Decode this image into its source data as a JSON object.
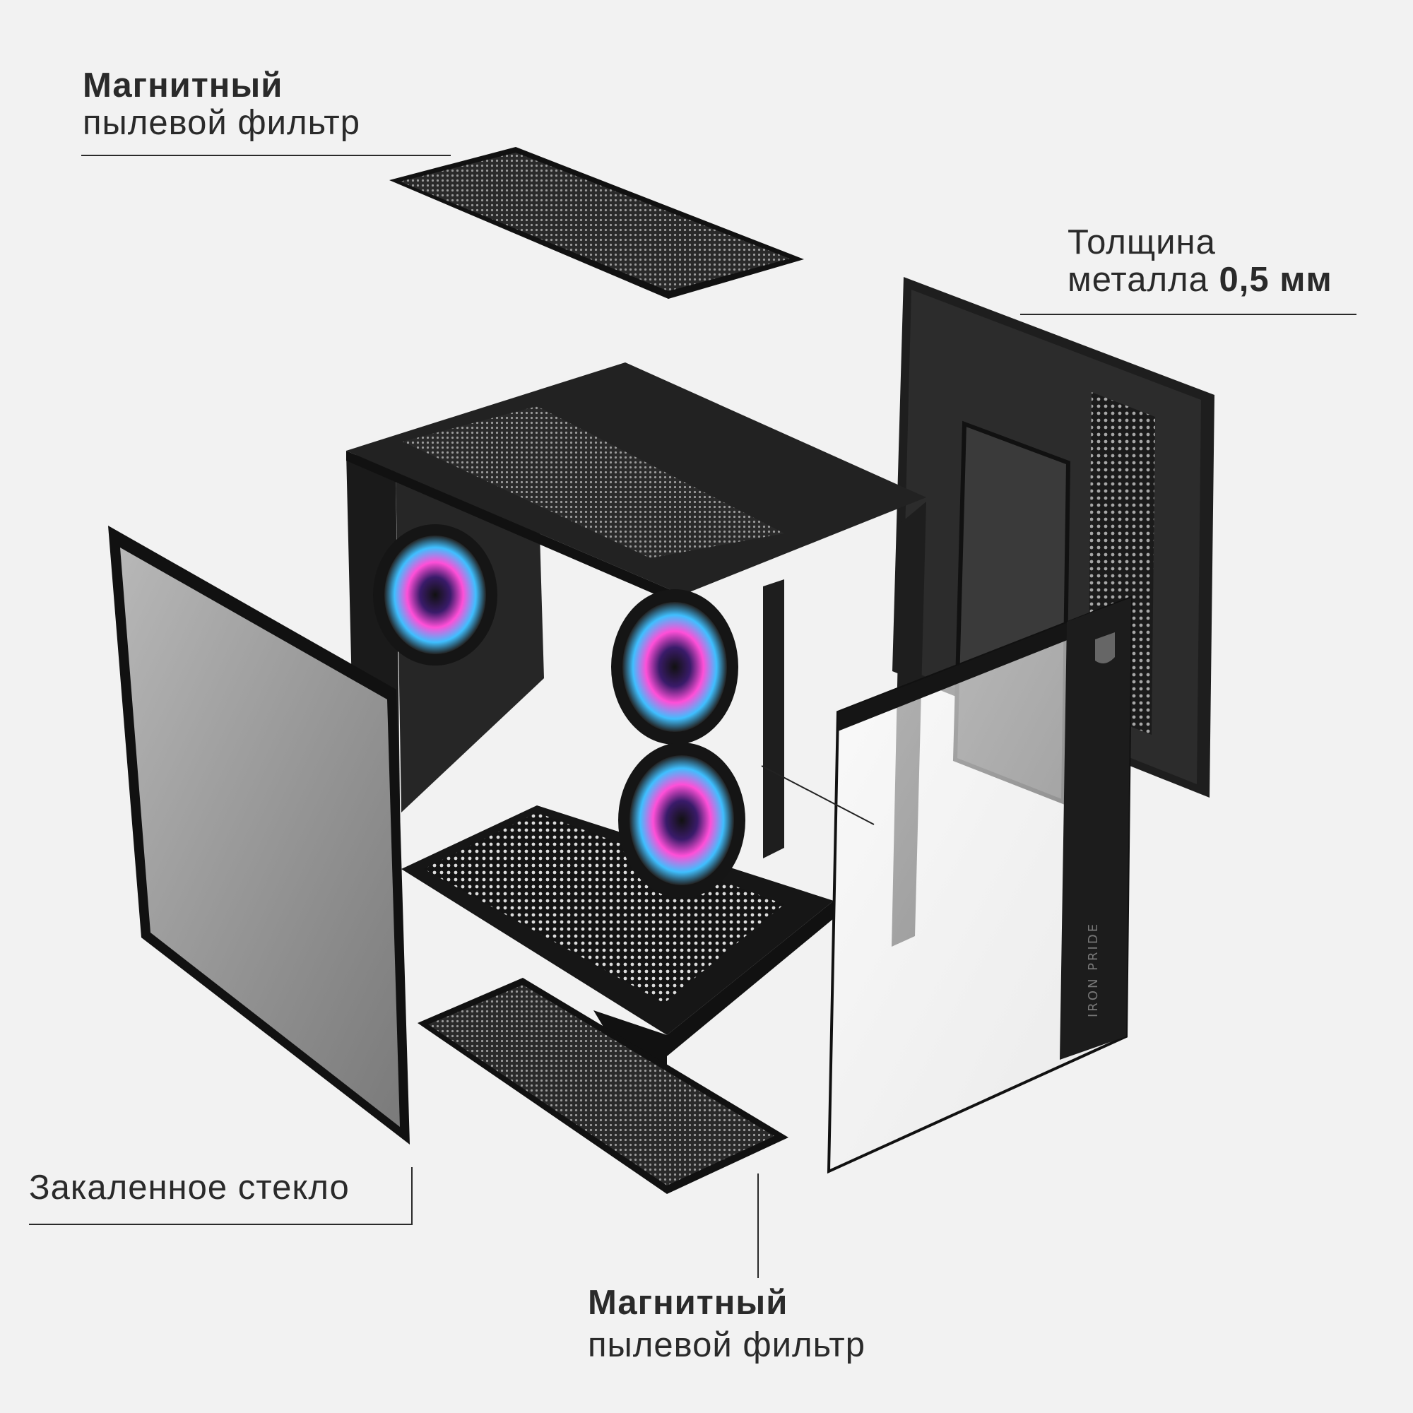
{
  "labels": {
    "top_filter": {
      "line1": "Магнитный",
      "line2": "пылевой фильтр"
    },
    "metal": {
      "line1": "Толщина",
      "line2_prefix": "металла ",
      "line2_value": "0,5 мм"
    },
    "glass": {
      "text": "Закаленное стекло"
    },
    "bottom_filter": {
      "line1": "Магнитный",
      "line2": "пылевой фильтр"
    }
  },
  "brand": {
    "logo_text": "IRON PRIDE"
  },
  "colors": {
    "background": "#f2f2f2",
    "text": "#2a2a2a",
    "case": "#1c1c1c",
    "fan_pink": "#ff3fd0",
    "fan_blue": "#2fb8ff"
  }
}
